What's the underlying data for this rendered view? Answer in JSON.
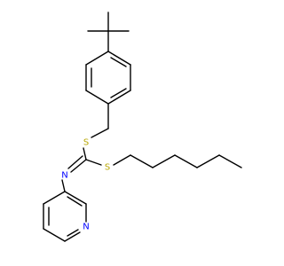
{
  "molecule": {
    "atoms": {
      "S1": "S",
      "S2": "S",
      "N1": "N",
      "N2": "N"
    }
  },
  "colors": {
    "bond": "#000000",
    "sulfur": "#b8a600",
    "nitrogen": "#0000ff",
    "background": "#ffffff"
  }
}
